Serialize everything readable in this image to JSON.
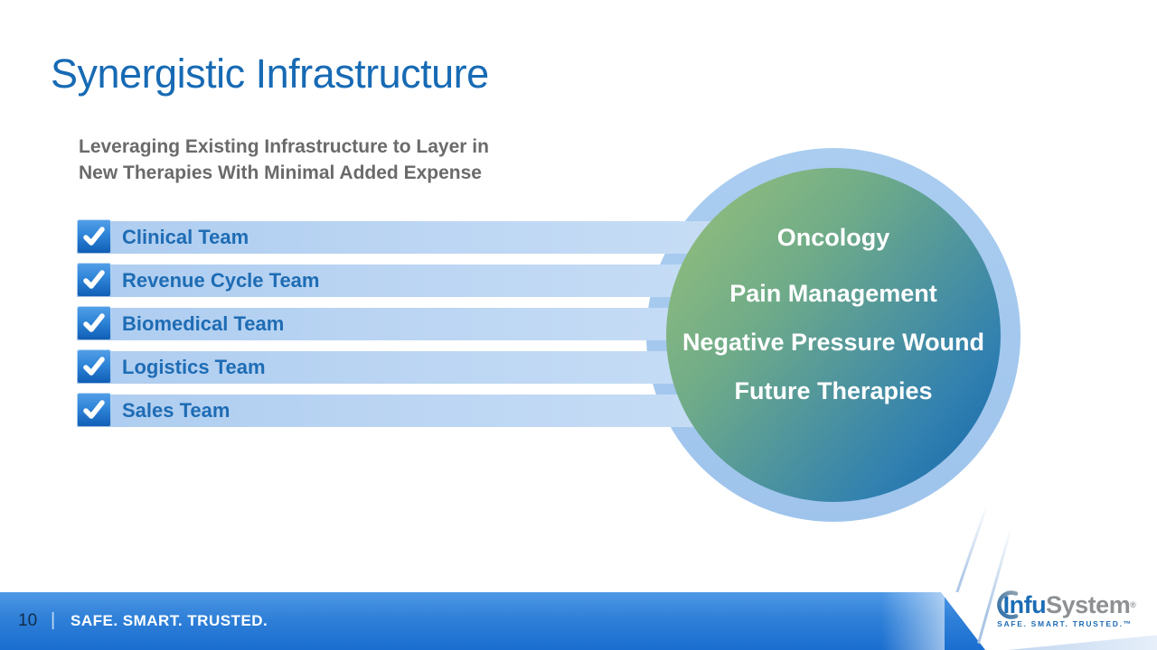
{
  "slide": {
    "title": "Synergistic Infrastructure",
    "subtitle_line1": "Leveraging Existing Infrastructure to Layer in",
    "subtitle_line2": "New Therapies With Minimal Added Expense",
    "teams": [
      "Clinical Team",
      "Revenue Cycle Team",
      "Biomedical Team",
      "Logistics Team",
      "Sales Team"
    ],
    "circle": {
      "items": [
        "Oncology",
        "Pain Management",
        "Negative Pressure Wound",
        "Future Therapies"
      ]
    },
    "footer": {
      "page_number": "10",
      "separator": "|",
      "tagline": "SAFE. SMART. TRUSTED."
    },
    "logo": {
      "name_part1": "Infu",
      "name_part2": "System",
      "trademark": "®",
      "tagline": "SAFE. SMART. TRUSTED.™"
    },
    "colors": {
      "title_blue": "#176ab4",
      "subtitle_gray": "#6a6a6a",
      "team_text_blue": "#1e6cb4",
      "bar_light_blue": "#b9d4f2",
      "checkbox_blue_top": "#54a0e8",
      "checkbox_blue_bottom": "#0e5cb4",
      "ring_blue": "#a5c8ee",
      "circle_green": "#93be7b",
      "circle_blue": "#1164aa",
      "footer_blue_top": "#4e98e6",
      "footer_blue_bottom": "#1a6ecf",
      "logo_blue": "#1b6cb5",
      "logo_gray": "#8d9193"
    }
  }
}
